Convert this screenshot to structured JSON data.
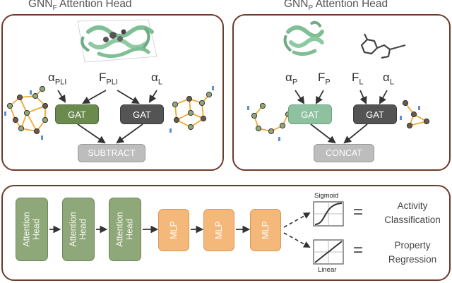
{
  "top_left": {
    "title_main": "GNN",
    "title_sub": "F",
    "title_rest": " Attention Head",
    "sym1": {
      "base": "α",
      "sub": "PLI"
    },
    "sym2": {
      "base": "F",
      "sub": "PLI"
    },
    "sym3": {
      "base": "α",
      "sub": "L"
    },
    "gat_left": "GAT",
    "gat_right": "GAT",
    "op": "SUBTRACT"
  },
  "top_right": {
    "title_main": "GNN",
    "title_sub": "P",
    "title_rest": " Attention Head",
    "sym1": {
      "base": "α",
      "sub": "P"
    },
    "sym2": {
      "base": "F",
      "sub": "P"
    },
    "sym3": {
      "base": "F",
      "sub": "L"
    },
    "sym4": {
      "base": "α",
      "sub": "L"
    },
    "gat_left": "GAT",
    "gat_right": "GAT",
    "op": "CONCAT"
  },
  "bottom": {
    "heads": [
      {
        "label_line1": "Attention",
        "label_line2": "Head"
      },
      {
        "label_line1": "Attention",
        "label_line2": "Head"
      },
      {
        "label_line1": "Attention",
        "label_line2": "Head"
      }
    ],
    "mlps": [
      "MLP",
      "MLP",
      "MLP"
    ],
    "sigmoid_label": "Sigmoid",
    "linear_label": "Linear",
    "equals": "=",
    "out1_line1": "Activity",
    "out1_line2": "Classification",
    "out2_line1": "Property",
    "out2_line2": "Regression"
  },
  "colors": {
    "border": "#6b3a2a",
    "gat_green_dark": "#6b8a4e",
    "gat_gray": "#545454",
    "gat_green_light": "#8dc19f",
    "op_gray": "#bdbdbd",
    "head_green": "#8fa87a",
    "mlp_orange": "#f4b97a",
    "graph_edge": "#f0a830",
    "protein": "#7fbf95"
  }
}
